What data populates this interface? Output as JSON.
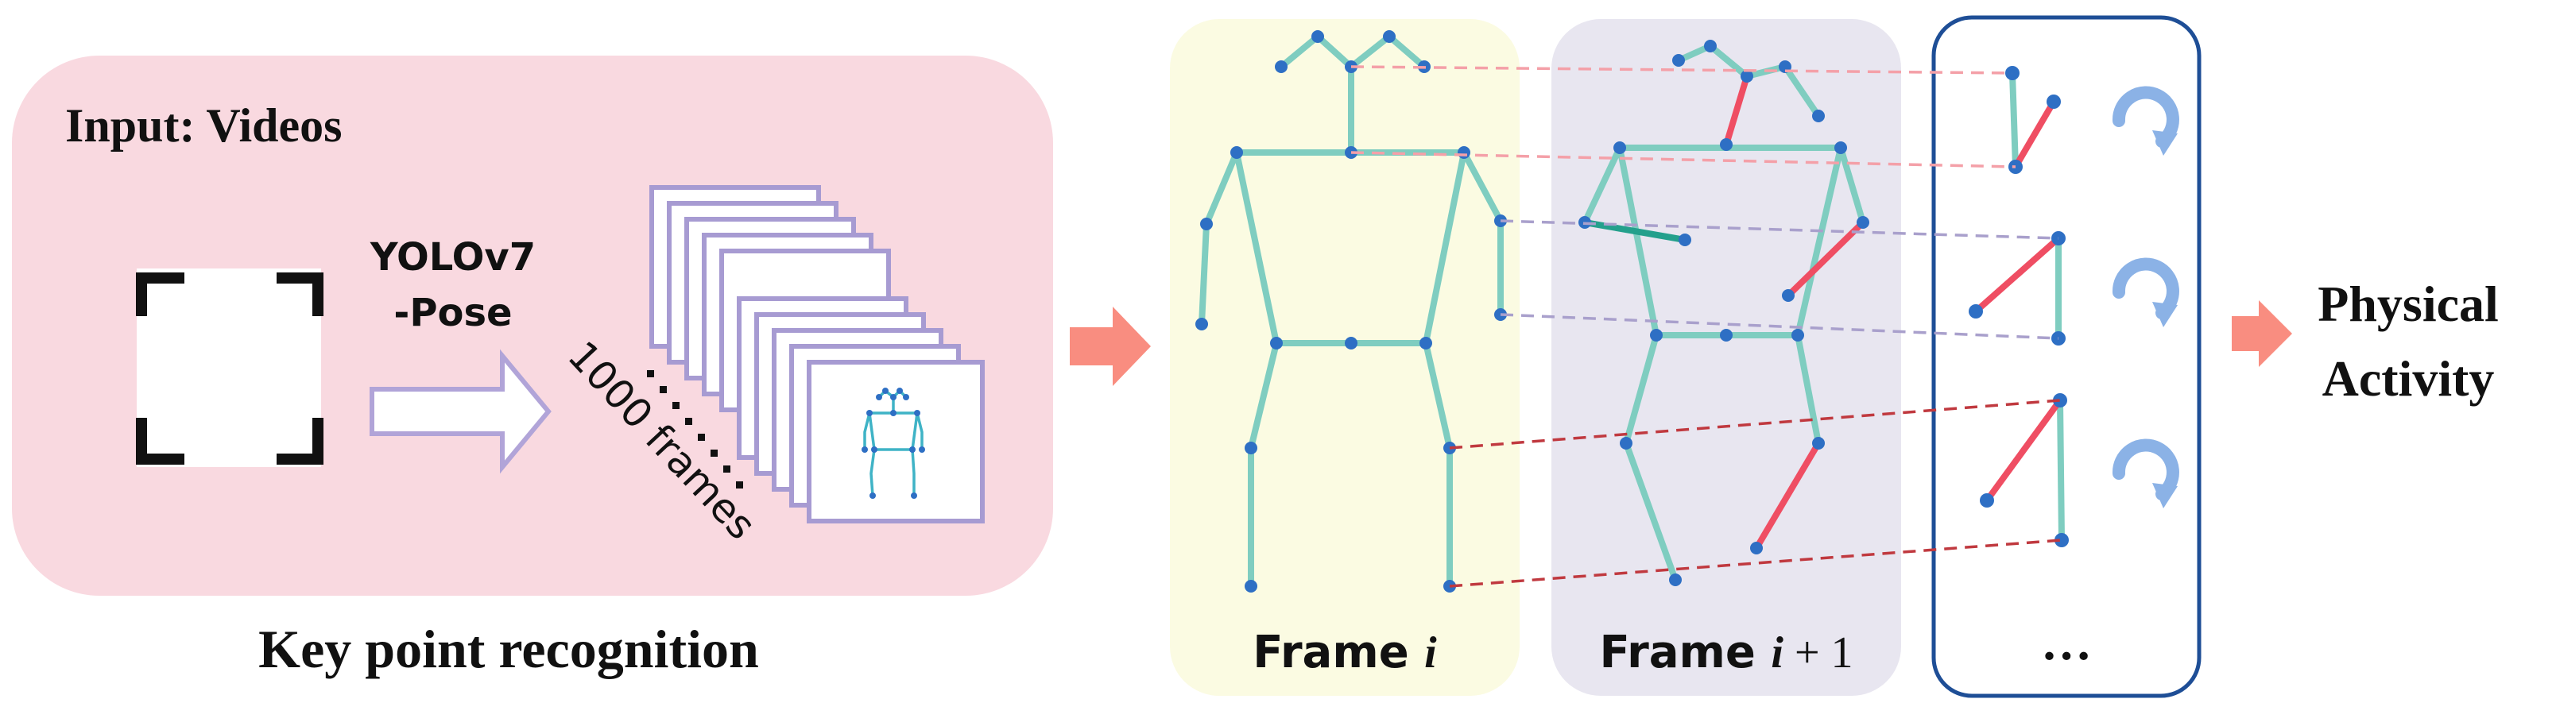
{
  "panel_left": {
    "title": "Input: Videos",
    "caption": "Key point recognition",
    "model_line1": "YOLOv7",
    "model_line2": "-Pose",
    "frames_label": "1000 frames"
  },
  "frame_a": {
    "label_prefix": "Frame ",
    "label_var": "i",
    "label_suffix": ""
  },
  "frame_b": {
    "label_prefix": "Frame ",
    "label_var": "i",
    "label_suffix": " + 1"
  },
  "angle_panel": {
    "ellipsis": "…"
  },
  "output": {
    "line1": "Physical",
    "line2": "Activity"
  },
  "colors": {
    "panel_pink": "#f9d9e0",
    "frame_a_bg": "#fbfbe2",
    "frame_b_bg": "#e8e6f0",
    "skeleton": "#7fcdc0",
    "joint": "#2e6fc4",
    "highlight": "#ef4e63",
    "arrow_salmon": "#f98d80",
    "arrow_purple": "#b1a4d8",
    "panel_border": "#1e4e96",
    "rotate_icon": "#8bb2e6"
  }
}
